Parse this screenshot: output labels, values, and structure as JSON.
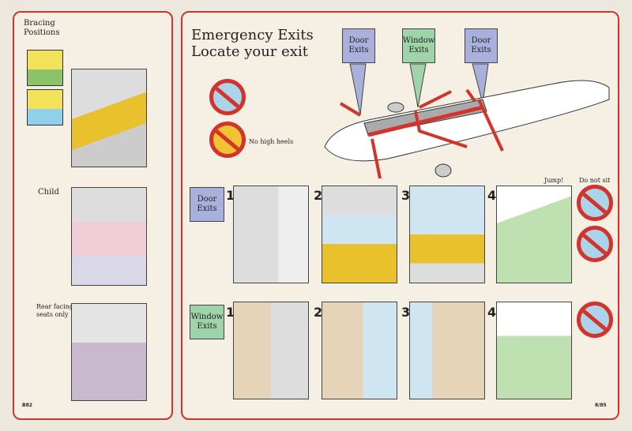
{
  "left_panel": {
    "title": "Bracing Positions",
    "child_label": "Child",
    "rear_label": "Rear facing seats only",
    "code": "B82"
  },
  "right_panel": {
    "title_line1": "Emergency Exits",
    "title_line2": "Locate your exit",
    "callouts": [
      "Door Exits",
      "Window Exits",
      "Door Exits"
    ],
    "no_smoking_icon": "no-smoking-icon",
    "no_heels_label": "No high heels",
    "door_row": {
      "label": "Door Exits",
      "steps": [
        "1",
        "2",
        "3",
        "4"
      ],
      "jump_label": "Jump!",
      "do_not_sit_label": "Do not sit"
    },
    "window_row": {
      "label": "Window Exits",
      "steps": [
        "1",
        "2",
        "3",
        "4"
      ]
    },
    "code": "8/85"
  },
  "colors": {
    "border": "#d2332a",
    "door": "#a9b0db",
    "window": "#9fd3a8",
    "paper": "#f5f0e3"
  }
}
